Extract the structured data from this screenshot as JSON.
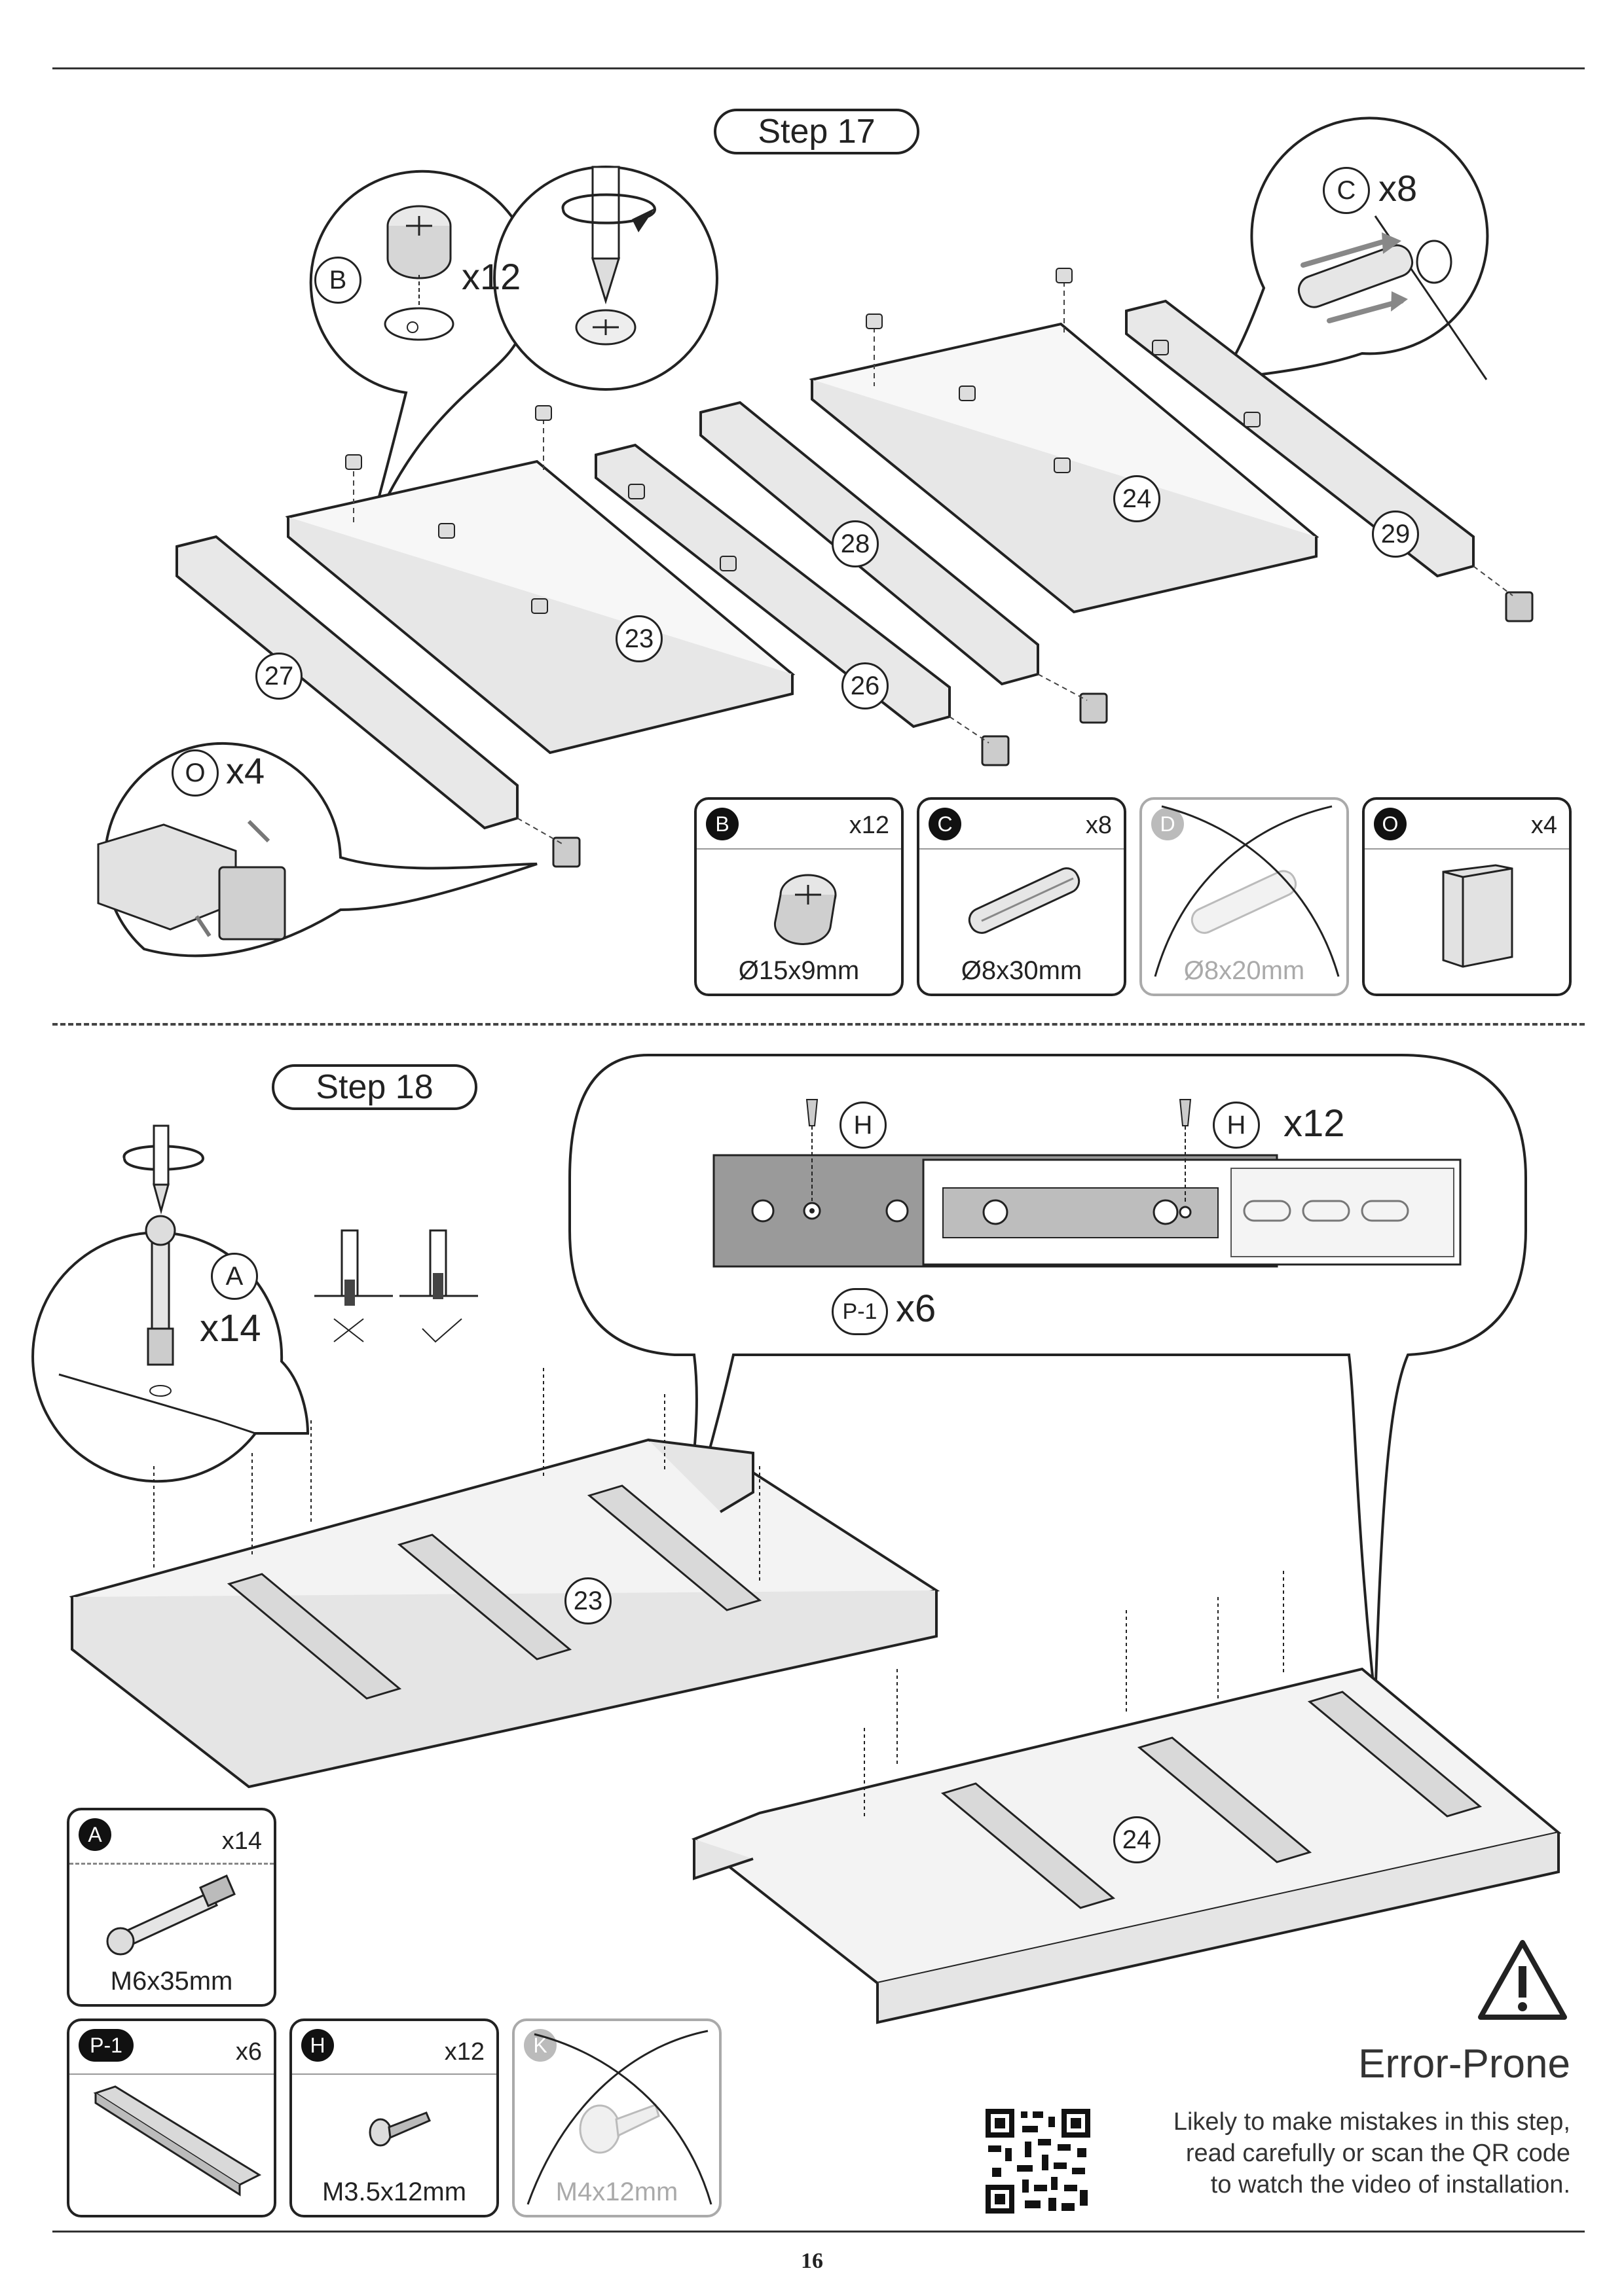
{
  "steps": [
    {
      "label": "Step 17"
    },
    {
      "label": "Step 18"
    }
  ],
  "step17": {
    "callout_b": {
      "letter": "B",
      "qty": "x12"
    },
    "callout_c": {
      "letter": "C",
      "qty": "x8"
    },
    "callout_o": {
      "letter": "O",
      "qty": "x4"
    },
    "panel_numbers": [
      "23",
      "24",
      "26",
      "27",
      "28",
      "29"
    ],
    "parts": [
      {
        "letter": "B",
        "qty": "x12",
        "name": "Ø15x9mm",
        "faded": false,
        "icon": "cam-lock-icon"
      },
      {
        "letter": "C",
        "qty": "x8",
        "name": "Ø8x30mm",
        "faded": false,
        "icon": "dowel-icon"
      },
      {
        "letter": "D",
        "qty": "",
        "name": "Ø8x20mm",
        "faded": true,
        "icon": "dowel-icon"
      },
      {
        "letter": "O",
        "qty": "x4",
        "name": "",
        "faded": false,
        "icon": "foot-pad-icon"
      }
    ]
  },
  "step18": {
    "callout_a": {
      "letter": "A",
      "qty": "x14"
    },
    "callout_rail": {
      "h_letter": "H",
      "h_qty": "x12",
      "p_label": "P-1",
      "p_qty": "x6"
    },
    "panel_numbers": [
      "23",
      "24"
    ],
    "parts": [
      {
        "letter": "A",
        "qty": "x14",
        "name": "M6x35mm",
        "faded": false,
        "icon": "cam-bolt-icon"
      },
      {
        "letter": "P-1",
        "qty": "x6",
        "name": "",
        "faded": false,
        "icon": "drawer-rail-icon"
      },
      {
        "letter": "H",
        "qty": "x12",
        "name": "M3.5x12mm",
        "faded": false,
        "icon": "screw-icon"
      },
      {
        "letter": "K",
        "qty": "",
        "name": "M4x12mm",
        "faded": true,
        "icon": "screw-icon"
      }
    ]
  },
  "warning": {
    "title": "Error-Prone",
    "lines": [
      "Likely to make mistakes in this step,",
      "read carefully or scan the QR code",
      "to watch the video of installation."
    ],
    "icon": "warning-triangle-icon",
    "qr_icon": "qr-code-icon"
  },
  "page_number": "16"
}
